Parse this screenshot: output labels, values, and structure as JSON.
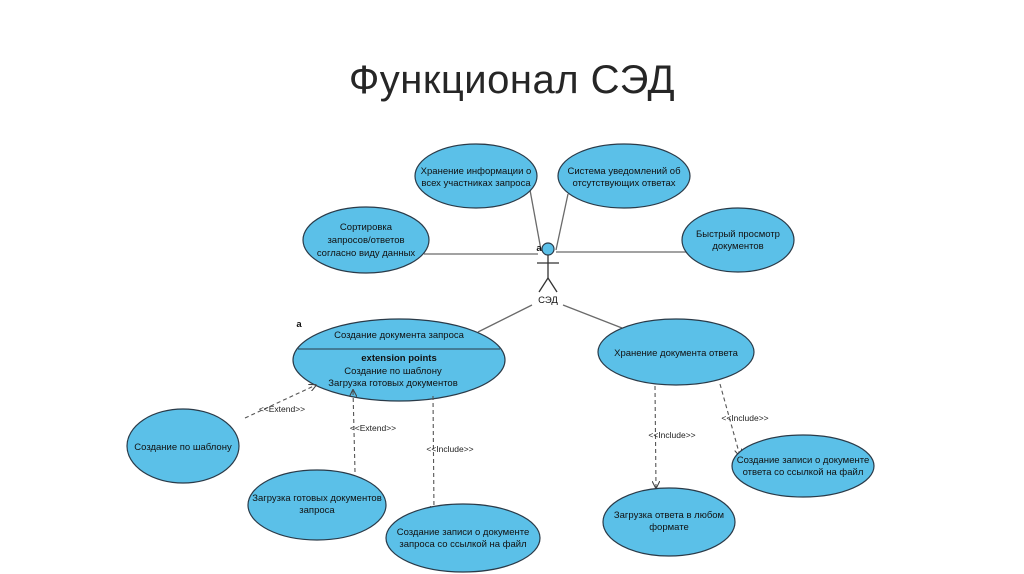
{
  "slide": {
    "title": "Функционал СЭД"
  },
  "actor": {
    "name": "СЭД",
    "marker": "a"
  },
  "use_cases": {
    "storage_info": [
      "Хранение информации о",
      "всех участниках запроса"
    ],
    "notification": [
      "Система уведомлений об",
      "отсутствующих ответах"
    ],
    "sorting": [
      "Сортировка",
      "запросов/ответов",
      "согласно виду данных"
    ],
    "quick_view": [
      "Быстрый просмотр",
      "документов"
    ],
    "create_request": {
      "marker": "a",
      "name": "Создание документа запроса",
      "ext_header": "extension points",
      "ext_points": [
        "Создание по шаблону",
        "Загрузка готовых документов"
      ]
    },
    "store_response": [
      "Хранение документа ответа"
    ],
    "create_template": [
      "Создание по шаблону"
    ],
    "upload_ready": [
      "Загрузка готовых документов",
      "запроса"
    ],
    "record_request": [
      "Создание записи о документе",
      "запроса со ссылкой на файл"
    ],
    "upload_any": [
      "Загрузка ответа в любом",
      "формате"
    ],
    "record_response": [
      "Создание записи о документе",
      "ответа со ссылкой на файл"
    ]
  },
  "relations": {
    "extend_1": "<<Extend>>",
    "extend_2": "<<Extend>>",
    "include_1": "<<Include>>",
    "include_2": "<<Include>>",
    "include_3": "<<Include>>"
  },
  "colors": {
    "use_case_fill": "#5bc0e8",
    "use_case_stroke": "#2a3a48",
    "line": "#6a6a6a"
  }
}
